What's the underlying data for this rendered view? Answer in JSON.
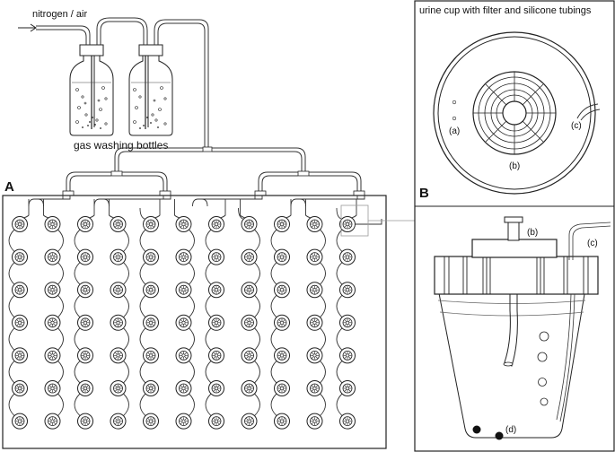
{
  "labels": {
    "gas_inlet": "nitrogen / air",
    "bottles": "gas washing bottles",
    "panel_a": "A",
    "panel_b": "B",
    "cup_top_title": "urine cup with filter and silicone tubings",
    "part_a": "(a)",
    "part_b": "(b)",
    "part_c": "(c)",
    "part_d": "(d)"
  },
  "grid": {
    "columns": 11,
    "rows": 7
  },
  "colors": {
    "stroke": "#222222",
    "background": "#ffffff",
    "fill_dark": "#111111"
  }
}
